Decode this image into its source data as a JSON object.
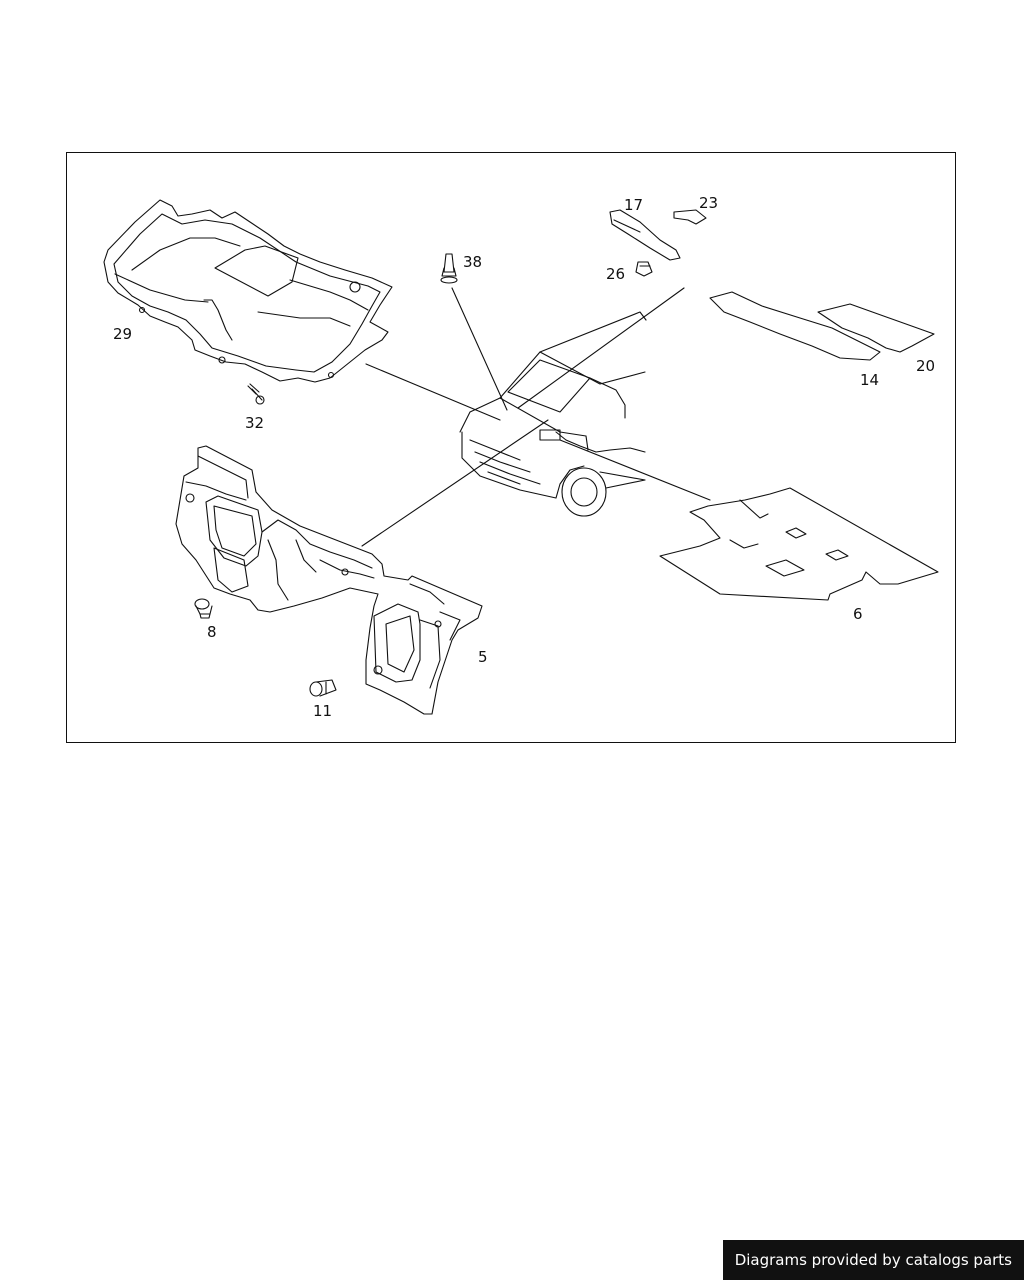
{
  "diagram": {
    "part_labels": {
      "p29": "29",
      "p32": "32",
      "p38": "38",
      "p17": "17",
      "p23": "23",
      "p26": "26",
      "p14": "14",
      "p20": "20",
      "p6": "6",
      "p5": "5",
      "p8": "8",
      "p11": "11"
    }
  },
  "footer": {
    "credit": "Diagrams provided by catalogs parts"
  },
  "colors": {
    "line": "#111111",
    "background": "#ffffff",
    "badge_bg": "#111111",
    "badge_text": "#ffffff"
  }
}
